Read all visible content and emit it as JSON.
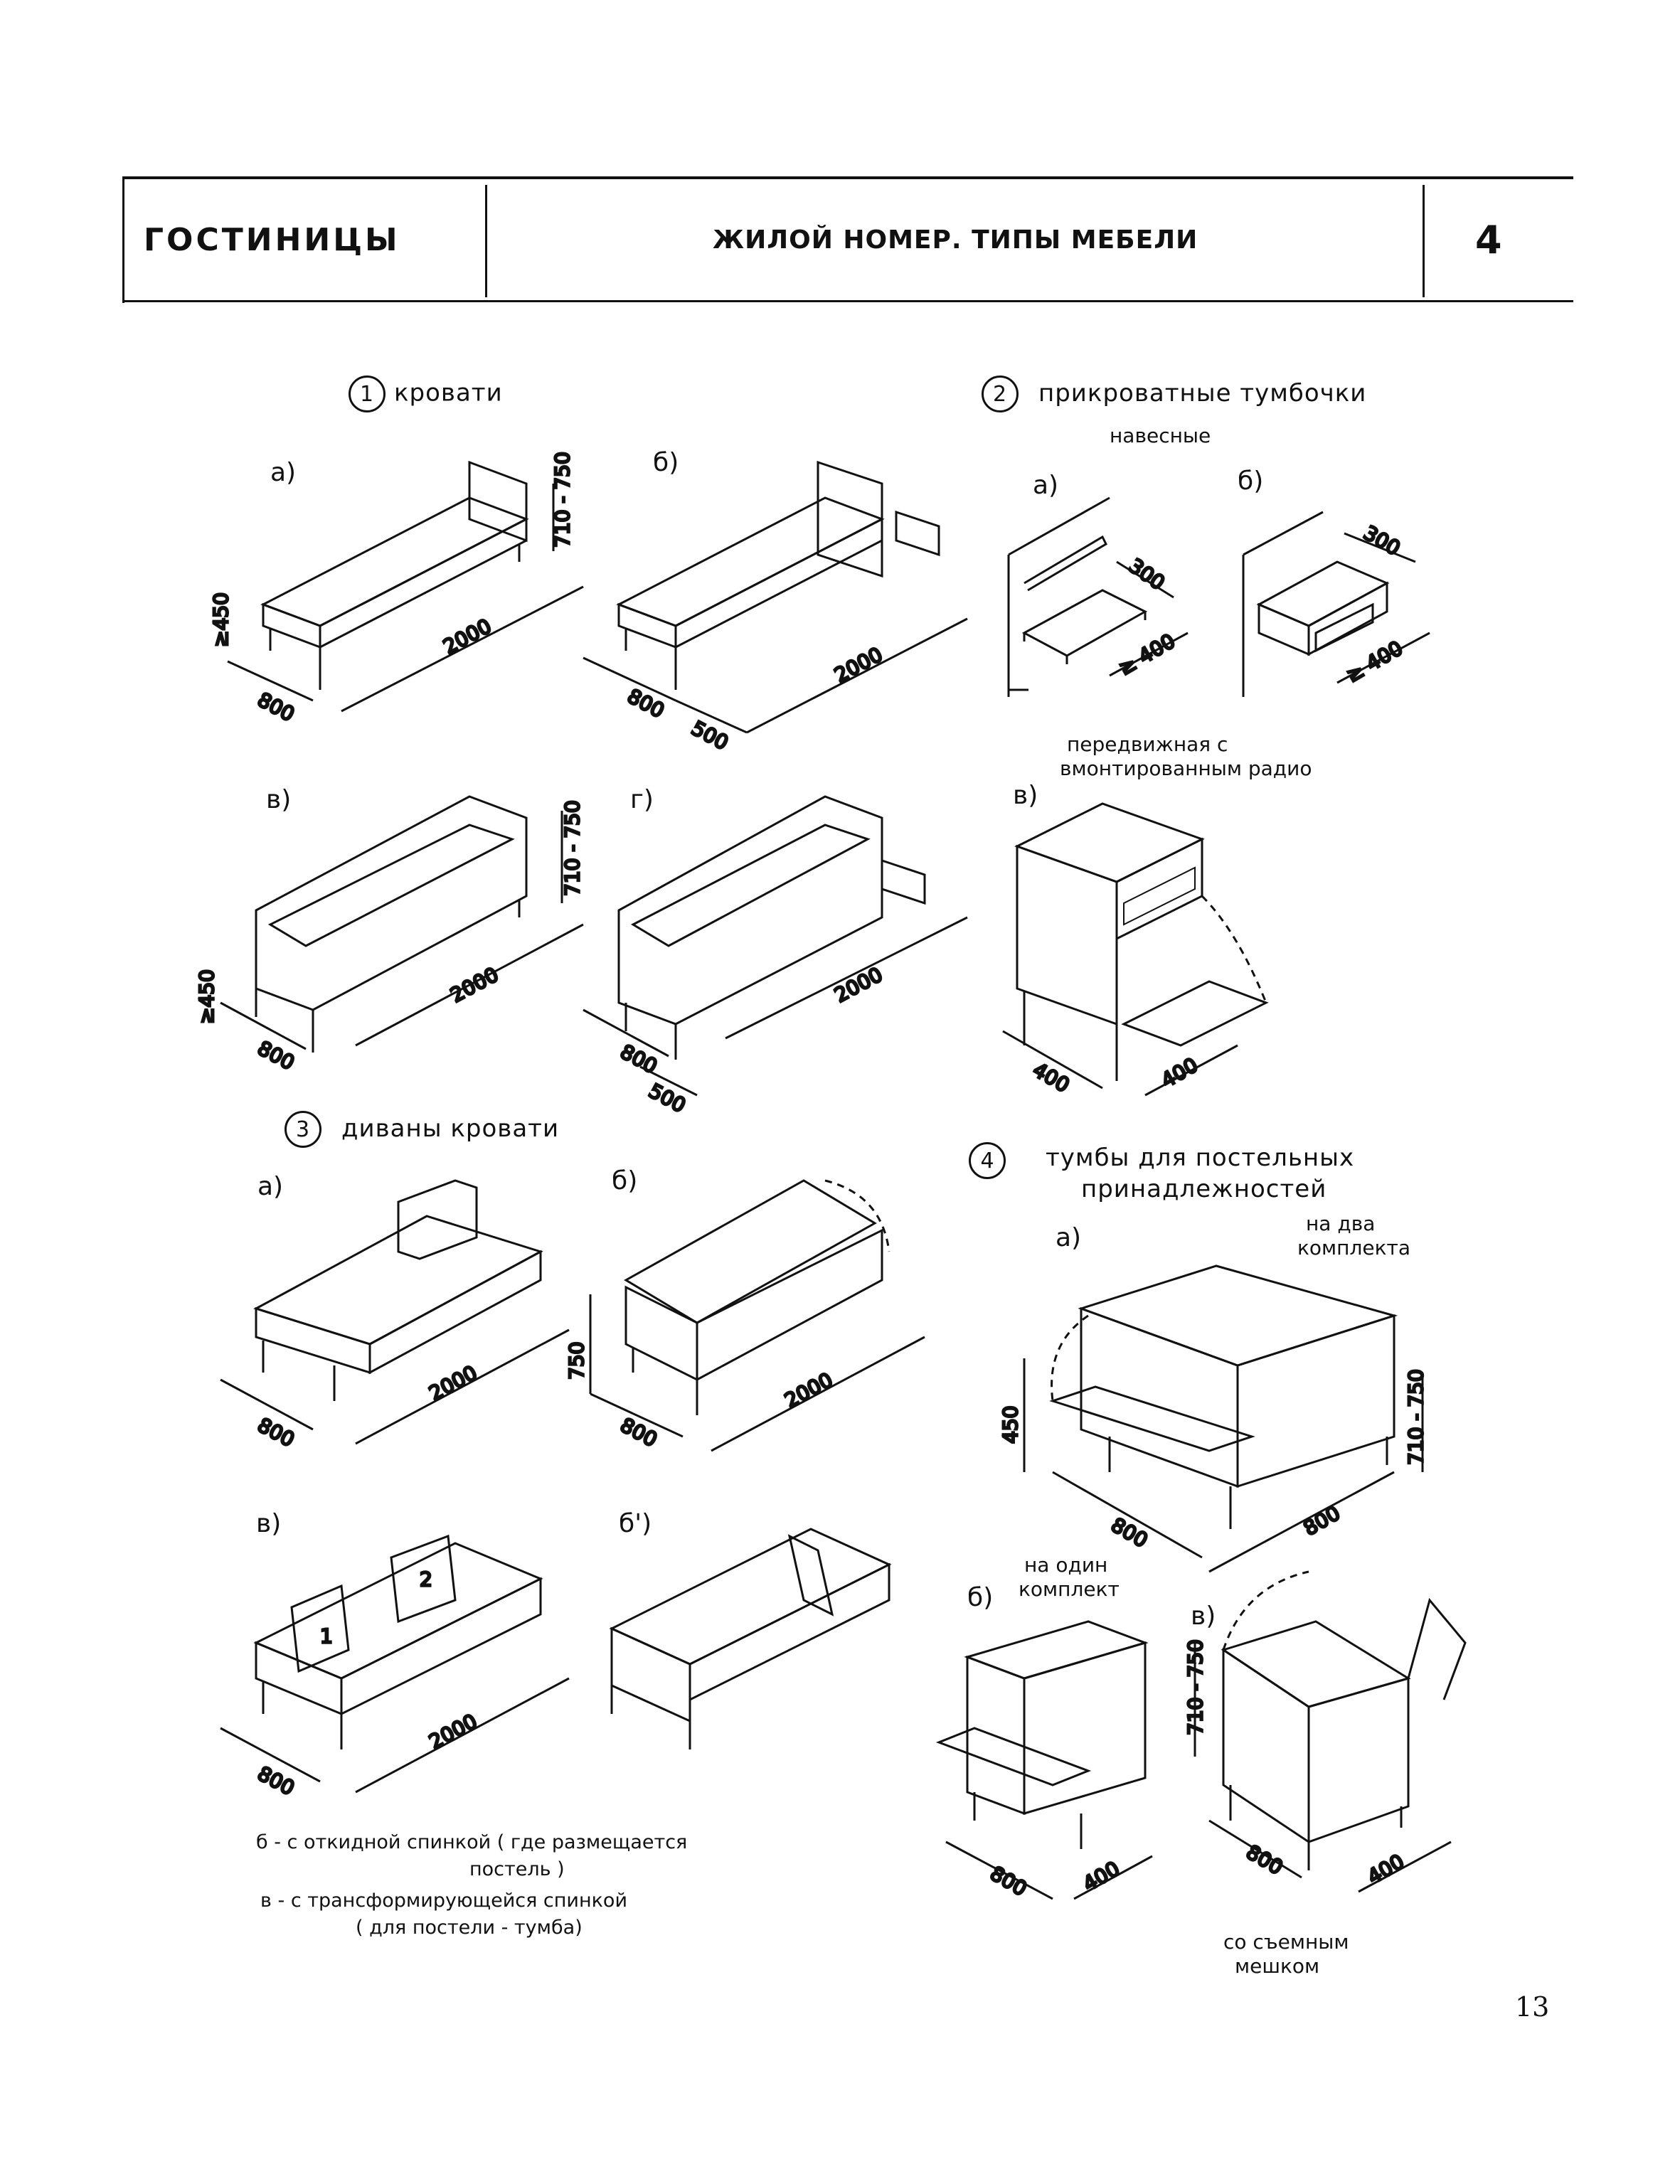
{
  "header": {
    "section": "ГОСТИНИЦЫ",
    "title": "ЖИЛОЙ НОМЕР. ТИПЫ МЕБЕЛИ",
    "sheet_number": "4"
  },
  "groups": [
    {
      "number": "1",
      "title": "кровати"
    },
    {
      "number": "2",
      "title": "прикроватные тумбочки",
      "subtitle": "навесные",
      "subtitle2": [
        "передвижная с",
        "вмонтированным радио"
      ]
    },
    {
      "number": "3",
      "title": "диваны кровати"
    },
    {
      "number": "4",
      "title": [
        "тумбы для постельных",
        "принадлежностей"
      ],
      "notes": {
        "a": [
          "на два",
          "комплекта"
        ],
        "b": [
          "на один",
          "комплект"
        ],
        "c": [
          "со съемным",
          "мешком"
        ]
      }
    }
  ],
  "variant_labels": {
    "a": "а)",
    "b": "б)",
    "v": "в)",
    "g": "г)",
    "b_prime": "б')"
  },
  "dimensions": {
    "d2000": "2000",
    "d800": "800",
    "d500": "500",
    "d450": "≥450",
    "d710_750": "710 - 750",
    "d300": "300",
    "d400": "≥ 400",
    "d400plain": "400",
    "d750": "750",
    "d450plain": "450",
    "n1": "1",
    "n2": "2"
  },
  "footnotes": [
    "б - с откидной спинкой ( где размещается",
    "постель )",
    "в - с трансформирующейся спинкой",
    "( для постели - тумба)"
  ],
  "page_number": "13"
}
